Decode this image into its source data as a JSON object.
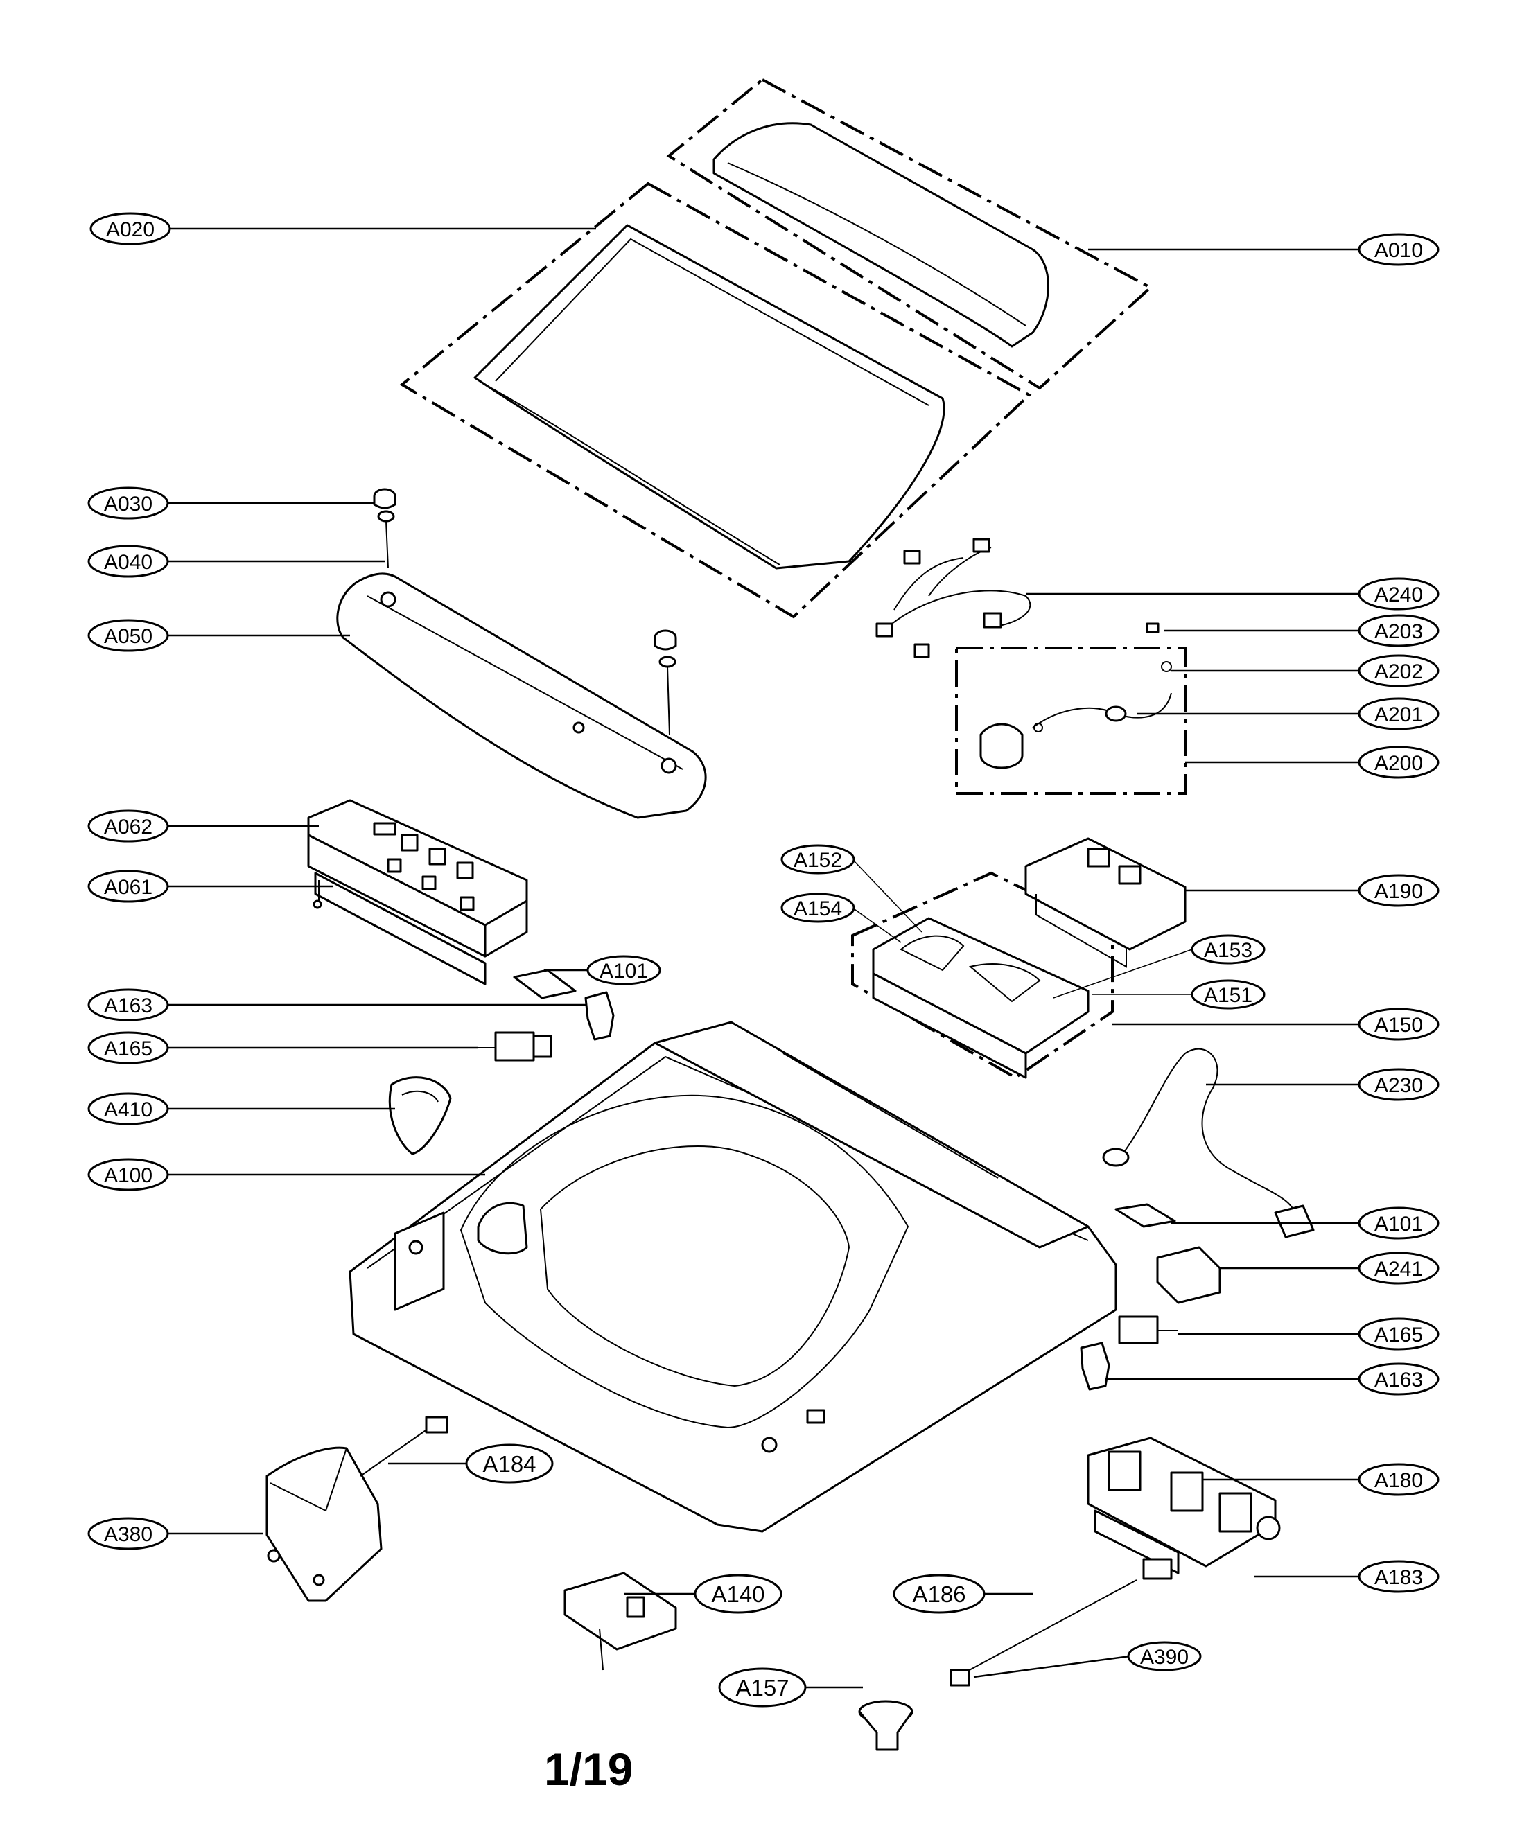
{
  "page_number": "1/19",
  "callouts": [
    {
      "id": "A010",
      "label": "A010"
    },
    {
      "id": "A020",
      "label": "A020"
    },
    {
      "id": "A030",
      "label": "A030"
    },
    {
      "id": "A040",
      "label": "A040"
    },
    {
      "id": "A050",
      "label": "A050"
    },
    {
      "id": "A062",
      "label": "A062"
    },
    {
      "id": "A061",
      "label": "A061"
    },
    {
      "id": "A101a",
      "label": "A101"
    },
    {
      "id": "A163a",
      "label": "A163"
    },
    {
      "id": "A165a",
      "label": "A165"
    },
    {
      "id": "A410",
      "label": "A410"
    },
    {
      "id": "A100",
      "label": "A100"
    },
    {
      "id": "A184",
      "label": "A184"
    },
    {
      "id": "A380",
      "label": "A380"
    },
    {
      "id": "A140",
      "label": "A140"
    },
    {
      "id": "A157",
      "label": "A157"
    },
    {
      "id": "A186",
      "label": "A186"
    },
    {
      "id": "A390",
      "label": "A390"
    },
    {
      "id": "A240",
      "label": "A240"
    },
    {
      "id": "A203",
      "label": "A203"
    },
    {
      "id": "A202",
      "label": "A202"
    },
    {
      "id": "A201",
      "label": "A201"
    },
    {
      "id": "A200",
      "label": "A200"
    },
    {
      "id": "A152",
      "label": "A152"
    },
    {
      "id": "A154",
      "label": "A154"
    },
    {
      "id": "A190",
      "label": "A190"
    },
    {
      "id": "A153",
      "label": "A153"
    },
    {
      "id": "A151",
      "label": "A151"
    },
    {
      "id": "A150",
      "label": "A150"
    },
    {
      "id": "A230",
      "label": "A230"
    },
    {
      "id": "A101b",
      "label": "A101"
    },
    {
      "id": "A241",
      "label": "A241"
    },
    {
      "id": "A165b",
      "label": "A165"
    },
    {
      "id": "A163b",
      "label": "A163"
    },
    {
      "id": "A180",
      "label": "A180"
    },
    {
      "id": "A183",
      "label": "A183"
    }
  ]
}
